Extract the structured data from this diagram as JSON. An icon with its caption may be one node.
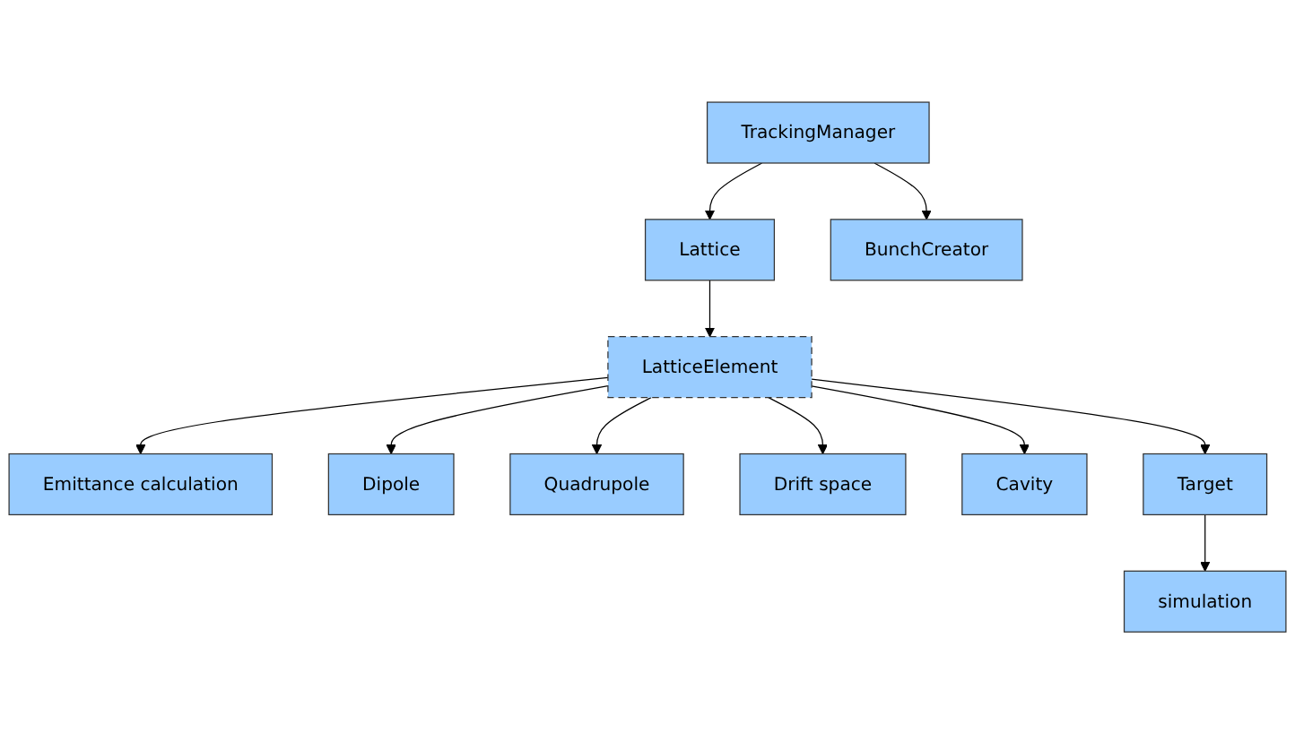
{
  "diagram": {
    "nodes": [
      {
        "text": [
          "TrackingManager"
        ]
      },
      {
        "text": [
          "Lattice"
        ]
      },
      {
        "text": [
          "BunchCreator"
        ]
      },
      {
        "text": [
          "LatticeElement"
        ]
      },
      {
        "text": [
          "Emittance calculation"
        ]
      },
      {
        "text": [
          "Dipole"
        ]
      },
      {
        "text": [
          "Quadrupole"
        ]
      },
      {
        "text": [
          "Drift space"
        ]
      },
      {
        "text": [
          "Cavity"
        ]
      },
      {
        "text": [
          "Target"
        ]
      },
      {
        "text": [
          "simulation"
        ]
      }
    ],
    "edges": [
      {
        "from": 0,
        "to": 1,
        "arrow": "to"
      },
      {
        "from": 0,
        "to": 2,
        "arrow": "to"
      },
      {
        "from": 1,
        "to": 3,
        "arrow": "to"
      },
      {
        "from": 3,
        "to": 4,
        "arrow": "to"
      },
      {
        "from": 3,
        "to": 5,
        "arrow": "to"
      },
      {
        "from": 3,
        "to": 6,
        "arrow": "to"
      },
      {
        "from": 3,
        "to": 7,
        "arrow": "to"
      },
      {
        "from": 3,
        "to": 8,
        "arrow": "to"
      },
      {
        "from": 3,
        "to": 9,
        "arrow": "to"
      },
      {
        "from": 9,
        "to": 10,
        "arrow": "to"
      }
    ]
  }
}
